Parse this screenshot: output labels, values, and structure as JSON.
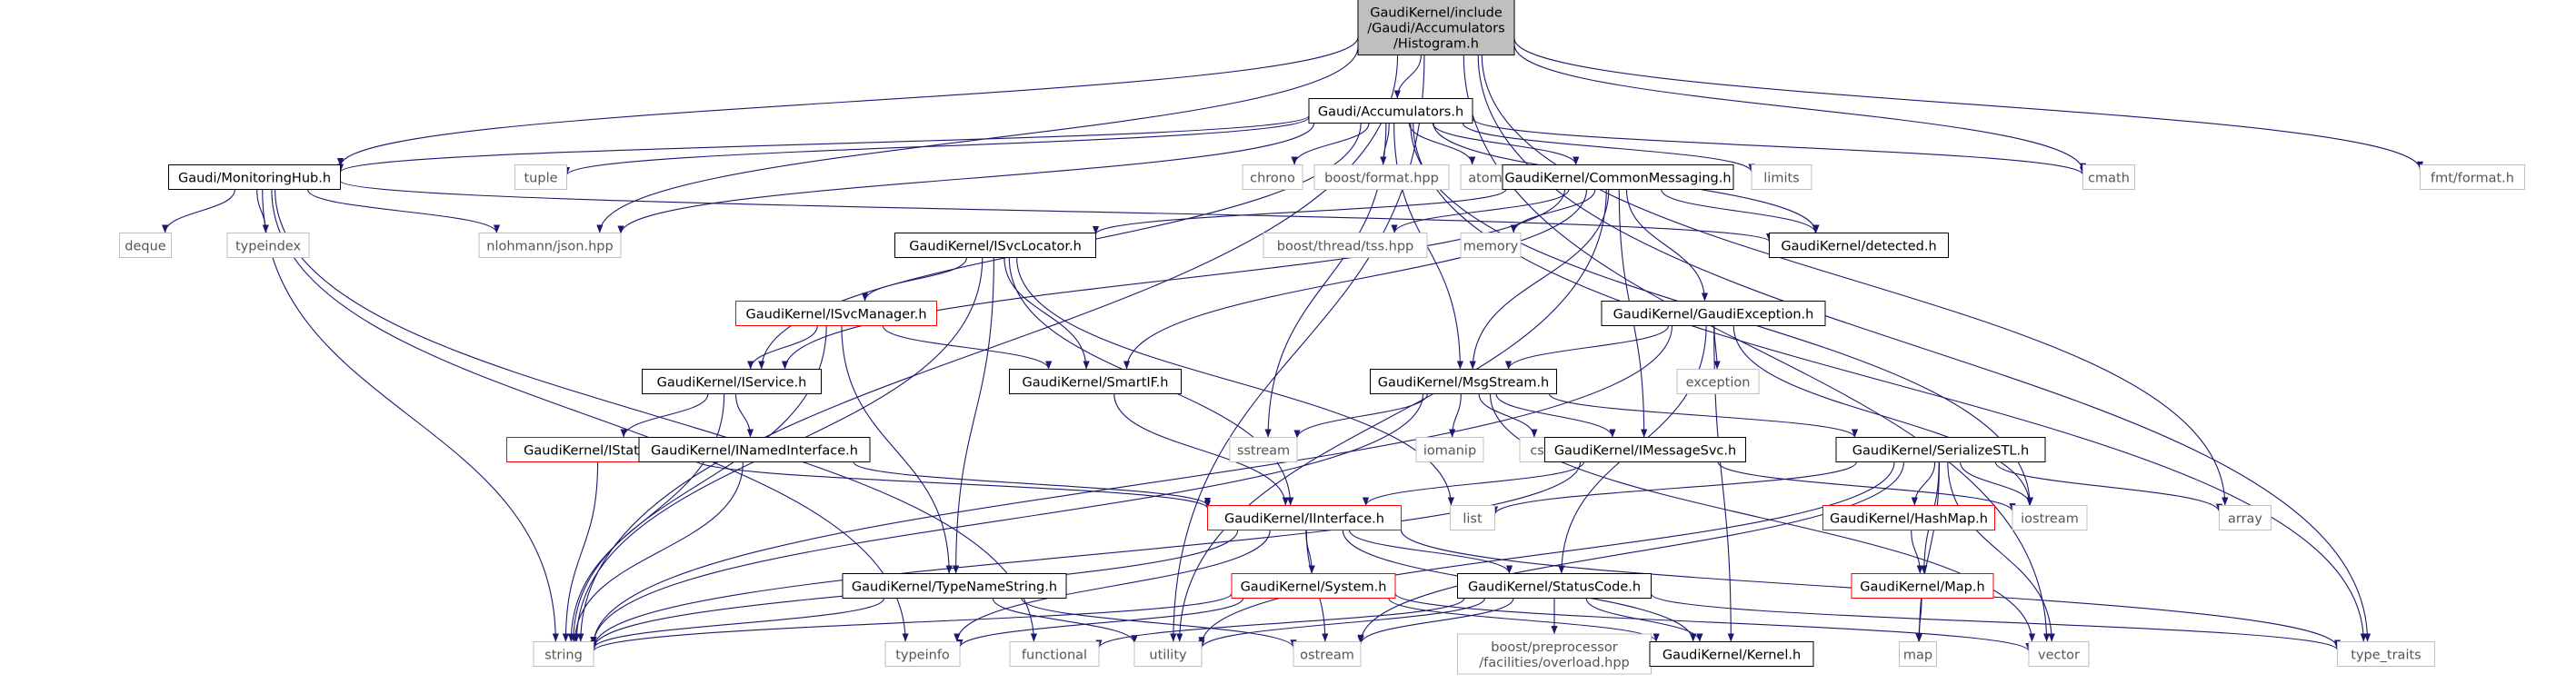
{
  "colors": {
    "edge": "#191970",
    "node_border": "#000000",
    "node_linked_border": "#ff0000",
    "node_external_border": "#bfbfbf",
    "root_fill": "#bfbfbf",
    "text": "#000000",
    "external_text": "#555555"
  },
  "nodes": [
    {
      "id": "root",
      "lines": [
        "GaudiKernel/include",
        "/Gaudi/Accumulators",
        "/Histogram.h"
      ],
      "kind": "root"
    },
    {
      "id": "acc",
      "lines": [
        "Gaudi/Accumulators.h"
      ],
      "kind": "normal"
    },
    {
      "id": "fmt",
      "lines": [
        "fmt/format.h"
      ],
      "kind": "external"
    },
    {
      "id": "mhub",
      "lines": [
        "Gaudi/MonitoringHub.h"
      ],
      "kind": "normal"
    },
    {
      "id": "tuple",
      "lines": [
        "tuple"
      ],
      "kind": "external"
    },
    {
      "id": "chrono",
      "lines": [
        "chrono"
      ],
      "kind": "external"
    },
    {
      "id": "bformat",
      "lines": [
        "boost/format.hpp"
      ],
      "kind": "external"
    },
    {
      "id": "atomic",
      "lines": [
        "atomic"
      ],
      "kind": "external"
    },
    {
      "id": "cmsg",
      "lines": [
        "GaudiKernel/CommonMessaging.h"
      ],
      "kind": "normal"
    },
    {
      "id": "limits",
      "lines": [
        "limits"
      ],
      "kind": "external"
    },
    {
      "id": "cmath",
      "lines": [
        "cmath"
      ],
      "kind": "external"
    },
    {
      "id": "deque",
      "lines": [
        "deque"
      ],
      "kind": "external"
    },
    {
      "id": "typeindex",
      "lines": [
        "typeindex"
      ],
      "kind": "external"
    },
    {
      "id": "json",
      "lines": [
        "nlohmann/json.hpp"
      ],
      "kind": "external"
    },
    {
      "id": "isvcloc",
      "lines": [
        "GaudiKernel/ISvcLocator.h"
      ],
      "kind": "normal"
    },
    {
      "id": "tss",
      "lines": [
        "boost/thread/tss.hpp"
      ],
      "kind": "external"
    },
    {
      "id": "memory",
      "lines": [
        "memory"
      ],
      "kind": "external"
    },
    {
      "id": "detected",
      "lines": [
        "GaudiKernel/detected.h"
      ],
      "kind": "normal"
    },
    {
      "id": "isvcmgr",
      "lines": [
        "GaudiKernel/ISvcManager.h"
      ],
      "kind": "linked"
    },
    {
      "id": "gexc",
      "lines": [
        "GaudiKernel/GaudiException.h"
      ],
      "kind": "normal"
    },
    {
      "id": "iservice",
      "lines": [
        "GaudiKernel/IService.h"
      ],
      "kind": "normal"
    },
    {
      "id": "smartif",
      "lines": [
        "GaudiKernel/SmartIF.h"
      ],
      "kind": "normal"
    },
    {
      "id": "msgstream",
      "lines": [
        "GaudiKernel/MsgStream.h"
      ],
      "kind": "normal"
    },
    {
      "id": "exception",
      "lines": [
        "exception"
      ],
      "kind": "external"
    },
    {
      "id": "istateful",
      "lines": [
        "GaudiKernel/IStateful.h"
      ],
      "kind": "linked"
    },
    {
      "id": "inamed",
      "lines": [
        "GaudiKernel/INamedInterface.h"
      ],
      "kind": "normal"
    },
    {
      "id": "sstream",
      "lines": [
        "sstream"
      ],
      "kind": "external"
    },
    {
      "id": "iomanip",
      "lines": [
        "iomanip"
      ],
      "kind": "external"
    },
    {
      "id": "cstdio",
      "lines": [
        "cstdio"
      ],
      "kind": "external"
    },
    {
      "id": "imsgsvc",
      "lines": [
        "GaudiKernel/IMessageSvc.h"
      ],
      "kind": "normal"
    },
    {
      "id": "serstl",
      "lines": [
        "GaudiKernel/SerializeSTL.h"
      ],
      "kind": "normal"
    },
    {
      "id": "list",
      "lines": [
        "list"
      ],
      "kind": "external"
    },
    {
      "id": "iinterface",
      "lines": [
        "GaudiKernel/IInterface.h"
      ],
      "kind": "linked"
    },
    {
      "id": "iostream",
      "lines": [
        "iostream"
      ],
      "kind": "external"
    },
    {
      "id": "array",
      "lines": [
        "array"
      ],
      "kind": "external"
    },
    {
      "id": "hashmap",
      "lines": [
        "GaudiKernel/HashMap.h"
      ],
      "kind": "linked"
    },
    {
      "id": "typename",
      "lines": [
        "GaudiKernel/TypeNameString.h"
      ],
      "kind": "normal"
    },
    {
      "id": "system",
      "lines": [
        "GaudiKernel/System.h"
      ],
      "kind": "linked"
    },
    {
      "id": "statuscode",
      "lines": [
        "GaudiKernel/StatusCode.h"
      ],
      "kind": "normal"
    },
    {
      "id": "map_h",
      "lines": [
        "GaudiKernel/Map.h"
      ],
      "kind": "linked"
    },
    {
      "id": "string",
      "lines": [
        "string"
      ],
      "kind": "external"
    },
    {
      "id": "typeinfo",
      "lines": [
        "typeinfo"
      ],
      "kind": "external"
    },
    {
      "id": "functional",
      "lines": [
        "functional"
      ],
      "kind": "external"
    },
    {
      "id": "utility",
      "lines": [
        "utility"
      ],
      "kind": "external"
    },
    {
      "id": "ostream",
      "lines": [
        "ostream"
      ],
      "kind": "external"
    },
    {
      "id": "overload",
      "lines": [
        "boost/preprocessor",
        "/facilities/overload.hpp"
      ],
      "kind": "external"
    },
    {
      "id": "kernel",
      "lines": [
        "GaudiKernel/Kernel.h"
      ],
      "kind": "normal"
    },
    {
      "id": "map",
      "lines": [
        "map"
      ],
      "kind": "external"
    },
    {
      "id": "vector",
      "lines": [
        "vector"
      ],
      "kind": "external"
    },
    {
      "id": "type_traits",
      "lines": [
        "type_traits"
      ],
      "kind": "external"
    }
  ],
  "edges": [
    [
      "root",
      "acc"
    ],
    [
      "root",
      "fmt"
    ],
    [
      "root",
      "mhub"
    ],
    [
      "root",
      "json"
    ],
    [
      "root",
      "cmath"
    ],
    [
      "root",
      "array"
    ],
    [
      "root",
      "vector"
    ],
    [
      "root",
      "type_traits"
    ],
    [
      "root",
      "string"
    ],
    [
      "root",
      "utility"
    ],
    [
      "acc",
      "mhub"
    ],
    [
      "acc",
      "tuple"
    ],
    [
      "acc",
      "chrono"
    ],
    [
      "acc",
      "bformat"
    ],
    [
      "acc",
      "atomic"
    ],
    [
      "acc",
      "cmsg"
    ],
    [
      "acc",
      "limits"
    ],
    [
      "acc",
      "cmath"
    ],
    [
      "acc",
      "json"
    ],
    [
      "acc",
      "detected"
    ],
    [
      "acc",
      "msgstream"
    ],
    [
      "acc",
      "iostream"
    ],
    [
      "acc",
      "sstream"
    ],
    [
      "acc",
      "type_traits"
    ],
    [
      "acc",
      "iservice"
    ],
    [
      "mhub",
      "deque"
    ],
    [
      "mhub",
      "typeindex"
    ],
    [
      "mhub",
      "json"
    ],
    [
      "mhub",
      "detected"
    ],
    [
      "mhub",
      "string"
    ],
    [
      "mhub",
      "functional"
    ],
    [
      "mhub",
      "typeinfo"
    ],
    [
      "cmsg",
      "isvcloc"
    ],
    [
      "cmsg",
      "tss"
    ],
    [
      "cmsg",
      "memory"
    ],
    [
      "cmsg",
      "detected"
    ],
    [
      "cmsg",
      "gexc"
    ],
    [
      "cmsg",
      "msgstream"
    ],
    [
      "cmsg",
      "imsgsvc"
    ],
    [
      "cmsg",
      "smartif"
    ],
    [
      "cmsg",
      "iservice"
    ],
    [
      "cmsg",
      "utility"
    ],
    [
      "isvcloc",
      "isvcmgr"
    ],
    [
      "isvcloc",
      "smartif"
    ],
    [
      "isvcloc",
      "typename"
    ],
    [
      "isvcloc",
      "iinterface"
    ],
    [
      "isvcloc",
      "list"
    ],
    [
      "isvcloc",
      "string"
    ],
    [
      "isvcmgr",
      "iservice"
    ],
    [
      "isvcmgr",
      "smartif"
    ],
    [
      "isvcmgr",
      "typename"
    ],
    [
      "isvcmgr",
      "string"
    ],
    [
      "gexc",
      "msgstream"
    ],
    [
      "gexc",
      "exception"
    ],
    [
      "gexc",
      "iostream"
    ],
    [
      "gexc",
      "statuscode"
    ],
    [
      "gexc",
      "kernel"
    ],
    [
      "gexc",
      "string"
    ],
    [
      "iservice",
      "istateful"
    ],
    [
      "iservice",
      "inamed"
    ],
    [
      "iservice",
      "string"
    ],
    [
      "smartif",
      "iinterface"
    ],
    [
      "msgstream",
      "sstream"
    ],
    [
      "msgstream",
      "iomanip"
    ],
    [
      "msgstream",
      "cstdio"
    ],
    [
      "msgstream",
      "imsgsvc"
    ],
    [
      "msgstream",
      "serstl"
    ],
    [
      "msgstream",
      "string"
    ],
    [
      "msgstream",
      "vector"
    ],
    [
      "istateful",
      "iinterface"
    ],
    [
      "istateful",
      "string"
    ],
    [
      "inamed",
      "iinterface"
    ],
    [
      "inamed",
      "string"
    ],
    [
      "imsgsvc",
      "iinterface"
    ],
    [
      "imsgsvc",
      "string"
    ],
    [
      "imsgsvc",
      "iostream"
    ],
    [
      "serstl",
      "list"
    ],
    [
      "serstl",
      "iostream"
    ],
    [
      "serstl",
      "array"
    ],
    [
      "serstl",
      "hashmap"
    ],
    [
      "serstl",
      "map_h"
    ],
    [
      "serstl",
      "vector"
    ],
    [
      "serstl",
      "map"
    ],
    [
      "serstl",
      "utility"
    ],
    [
      "serstl",
      "ostream"
    ],
    [
      "hashmap",
      "map_h"
    ],
    [
      "map_h",
      "map"
    ],
    [
      "iinterface",
      "system"
    ],
    [
      "iinterface",
      "statuscode"
    ],
    [
      "iinterface",
      "kernel"
    ],
    [
      "iinterface",
      "type_traits"
    ],
    [
      "iinterface",
      "typeinfo"
    ],
    [
      "iinterface",
      "ostream"
    ],
    [
      "iinterface",
      "string"
    ],
    [
      "typename",
      "string"
    ],
    [
      "typename",
      "utility"
    ],
    [
      "typename",
      "ostream"
    ],
    [
      "system",
      "string"
    ],
    [
      "system",
      "typeinfo"
    ],
    [
      "system",
      "vector"
    ],
    [
      "system",
      "kernel"
    ],
    [
      "statuscode",
      "overload"
    ],
    [
      "statuscode",
      "kernel"
    ],
    [
      "statuscode",
      "ostream"
    ],
    [
      "statuscode",
      "utility"
    ],
    [
      "statuscode",
      "functional"
    ],
    [
      "statuscode",
      "type_traits"
    ]
  ]
}
